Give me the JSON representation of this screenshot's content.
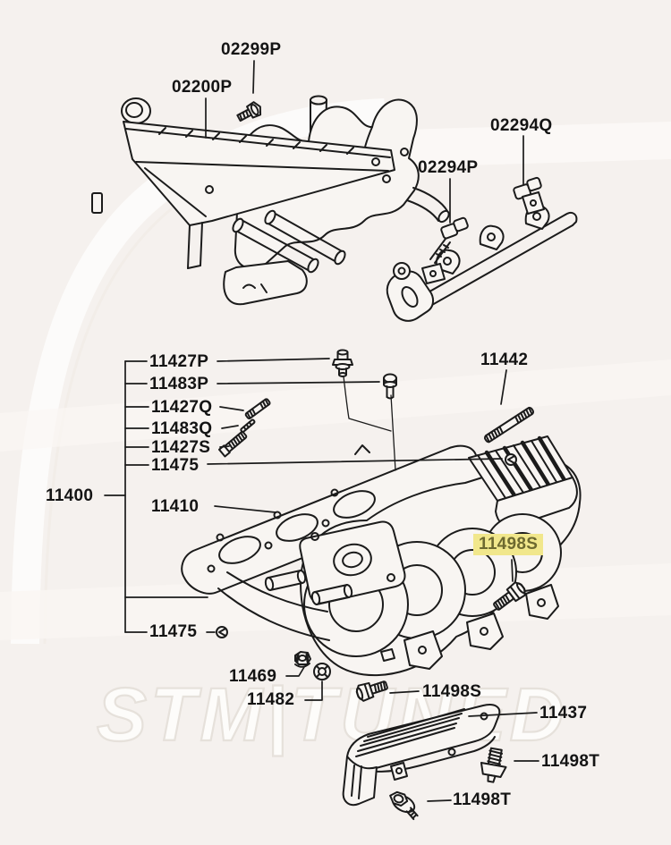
{
  "diagram_type": "parts-diagram",
  "watermark": {
    "text": "STM|TUNED"
  },
  "colors": {
    "background": "#f5f1ee",
    "line": "#1b1b1b",
    "label_text": "#141414",
    "highlight_bg": "#f1e78c",
    "highlight_text": "#6d6930",
    "watermark_fill": "#fdfcfa",
    "watermark_stroke": "#e6e1db"
  },
  "labels": [
    {
      "part": "02299P",
      "text": "02299P",
      "highlighted": false
    },
    {
      "part": "02200P",
      "text": "02200P",
      "highlighted": false
    },
    {
      "part": "02294Q",
      "text": "02294Q",
      "highlighted": false
    },
    {
      "part": "02294P",
      "text": "02294P",
      "highlighted": false
    },
    {
      "part": "11427P",
      "text": "11427P",
      "highlighted": false
    },
    {
      "part": "11483P",
      "text": "11483P",
      "highlighted": false
    },
    {
      "part": "11427Q",
      "text": "11427Q",
      "highlighted": false
    },
    {
      "part": "11483Q",
      "text": "11483Q",
      "highlighted": false
    },
    {
      "part": "11427S",
      "text": "11427S",
      "highlighted": false
    },
    {
      "part": "11475",
      "text": "11475",
      "highlighted": false
    },
    {
      "part": "11400",
      "text": "11400",
      "highlighted": false
    },
    {
      "part": "11410",
      "text": "11410",
      "highlighted": false
    },
    {
      "part": "11442",
      "text": "11442",
      "highlighted": false
    },
    {
      "part": "11498S",
      "text": "11498S",
      "highlighted": true
    },
    {
      "part": "11475",
      "text": "11475",
      "highlighted": false
    },
    {
      "part": "11469",
      "text": "11469",
      "highlighted": false
    },
    {
      "part": "11482",
      "text": "11482",
      "highlighted": false
    },
    {
      "part": "11498S",
      "text": "11498S",
      "highlighted": false
    },
    {
      "part": "11437",
      "text": "11437",
      "highlighted": false
    },
    {
      "part": "11498T",
      "text": "11498T",
      "highlighted": false
    },
    {
      "part": "11498T",
      "text": "11498T",
      "highlighted": false
    }
  ]
}
